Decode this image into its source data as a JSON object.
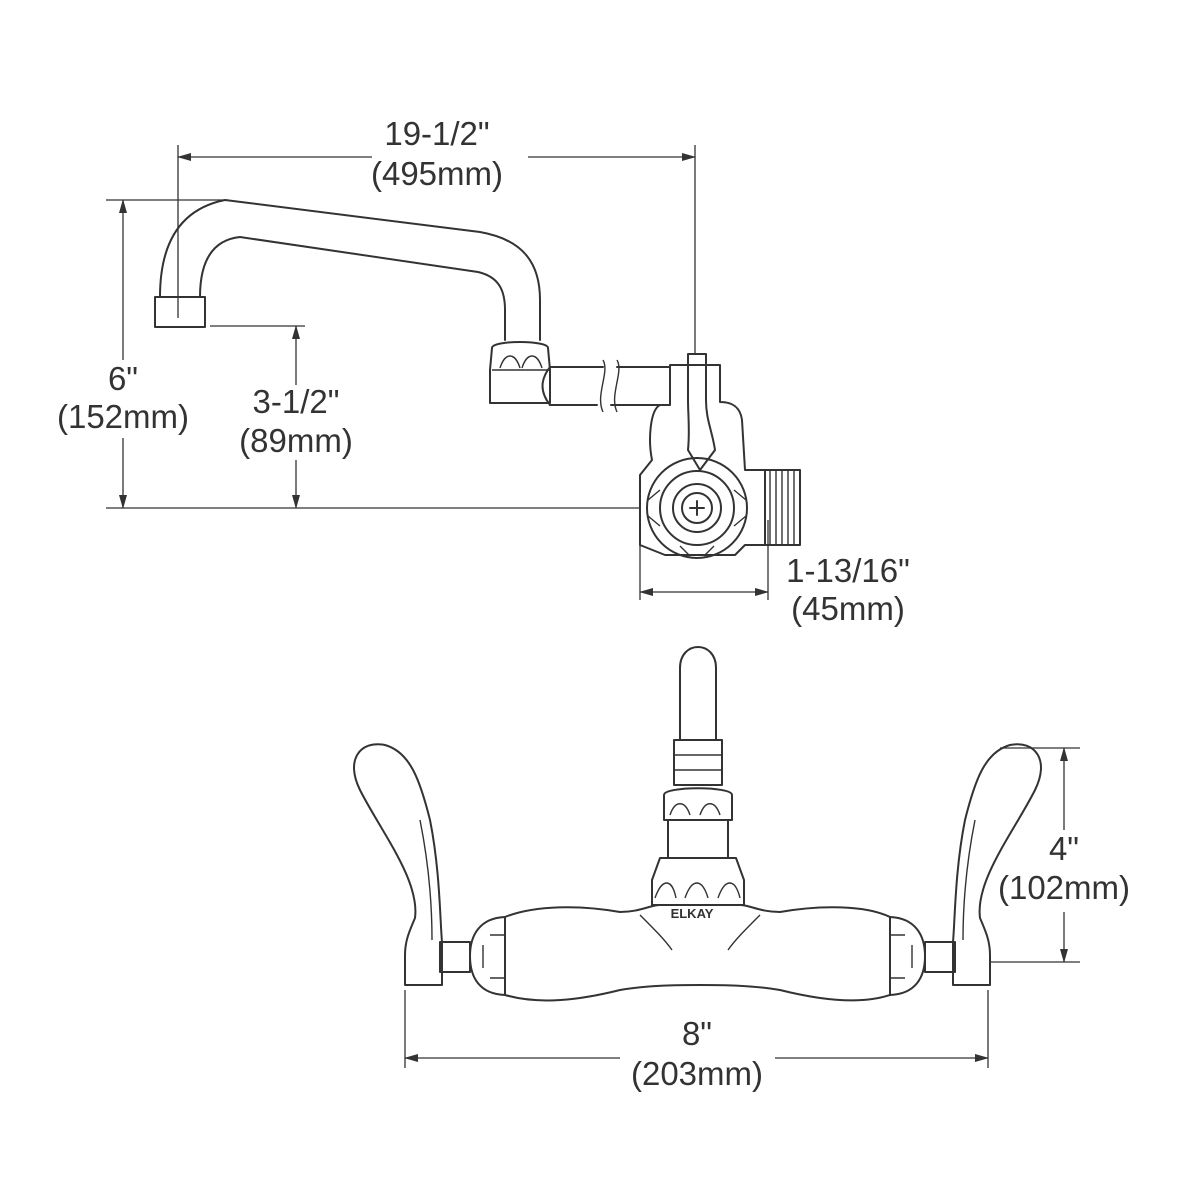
{
  "colors": {
    "ink": "#333333",
    "background": "#ffffff"
  },
  "side_view": {
    "reach": {
      "inch": "19-1/2\"",
      "mm": "(495mm)"
    },
    "total_height": {
      "inch": "6\"",
      "mm": "(152mm)"
    },
    "spout_clearance": {
      "inch": "3-1/2\"",
      "mm": "(89mm)"
    },
    "body_depth": {
      "inch": "1-13/16\"",
      "mm": "(45mm)"
    }
  },
  "front_view": {
    "brand": "ELKAY",
    "height": {
      "inch": "4\"",
      "mm": "(102mm)"
    },
    "centers": {
      "inch": "8\"",
      "mm": "(203mm)"
    }
  }
}
